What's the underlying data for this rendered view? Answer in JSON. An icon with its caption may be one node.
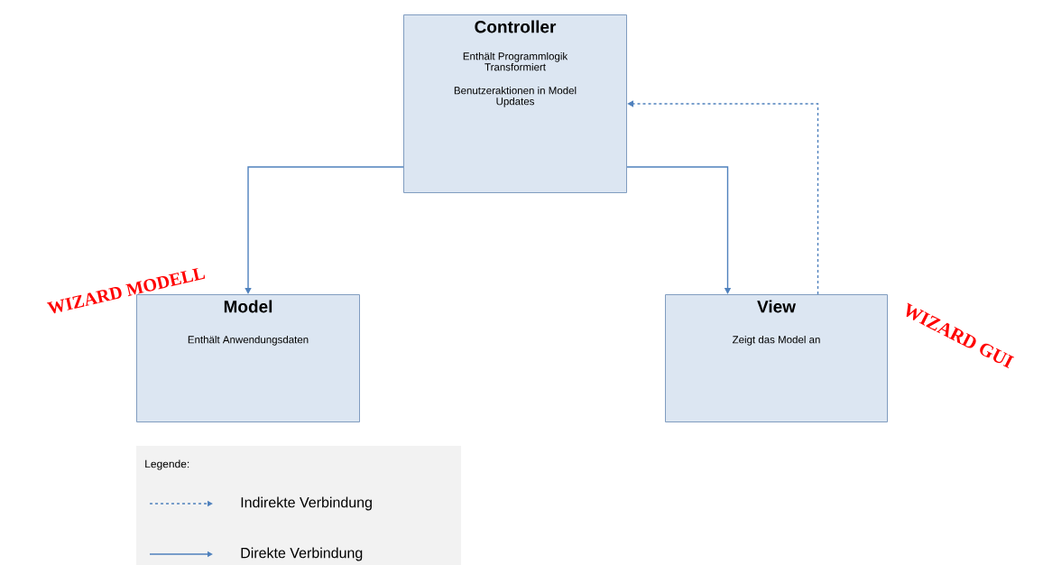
{
  "diagram": {
    "nodes": [
      {
        "text": [
          "Controller",
          "Enthält Programmlogik Transformiert",
          "Benutzeraktionen in Model Updates"
        ]
      },
      {
        "text": [
          "Model",
          "Enthält Anwendungsdaten"
        ]
      },
      {
        "text": [
          "View",
          "Zeigt das Model an"
        ]
      }
    ],
    "edges": [
      {
        "from": 0,
        "to": 1,
        "arrow": "to"
      },
      {
        "from": 0,
        "to": 2,
        "arrow": "to"
      },
      {
        "from": 2,
        "to": 0,
        "arrow": "to",
        "style": "dashed"
      }
    ],
    "labels": [
      "WIZARD MODELL",
      "WIZARD GUI",
      "Legende:"
    ],
    "legend": [
      {
        "text": "Indirekte Verbindung"
      },
      {
        "text": "Direkte Verbindung"
      }
    ]
  }
}
